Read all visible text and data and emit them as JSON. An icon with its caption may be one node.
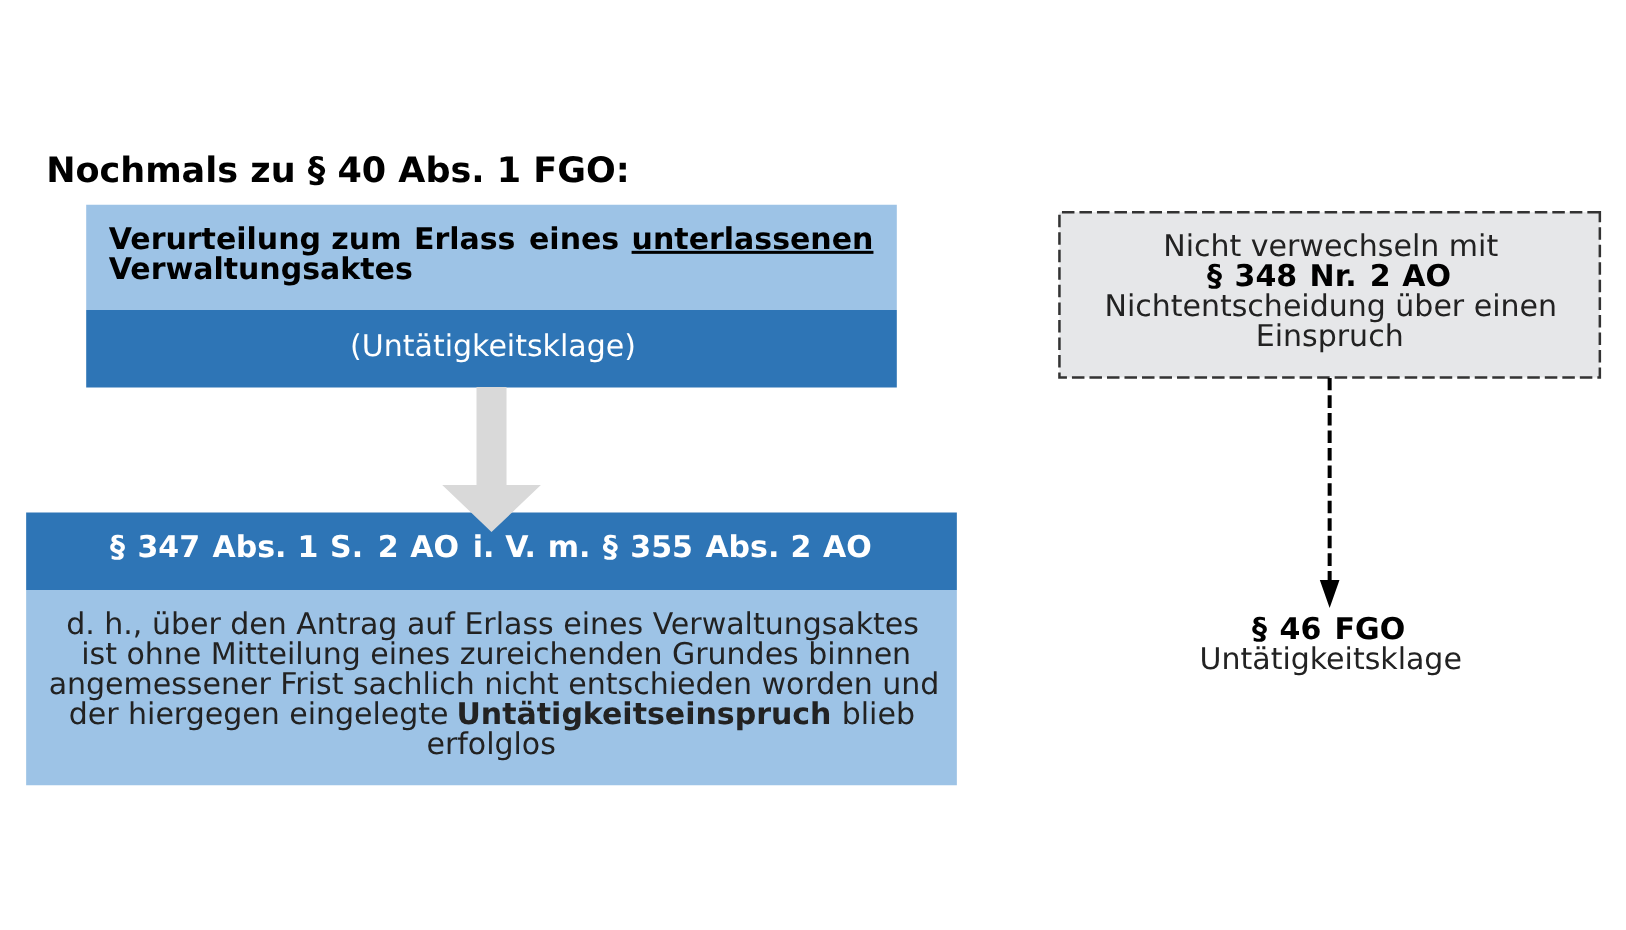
{
  "diagram": {
    "title": "Nochmals zu § 40 Abs. 1 FGO:",
    "nodes": [
      {
        "text": [
          "Verurteilung zum Erlass eines unterlassenen Verwaltungsaktes",
          "(Untätigkeitsklage)"
        ]
      },
      {
        "text": [
          "§ 347 Abs. 1 S. 2 AO i. V. m. § 355 Abs. 2 AO",
          "d. h., über den Antrag auf Erlass eines Verwaltungsaktes ist ohne Mitteilung eines zureichenden Grundes binnen angemessener Frist sachlich nicht entschieden worden und der hiergegen eingelegte **Untätigkeitseinspruch** blieb erfolglos"
        ]
      },
      {
        "text": [
          "Nicht verwechseln mit",
          "§ 348 Nr. 2 AO",
          "Nichtentscheidung über einen Einspruch"
        ]
      },
      {
        "text": [
          "§ 46 FGO",
          "Untätigkeitsklage"
        ]
      }
    ],
    "edges": [
      {
        "from": 0,
        "to": 1,
        "arrow": "to",
        "style": "thick",
        "color": "#d9d9d9"
      },
      {
        "from": 2,
        "to": 3,
        "arrow": "to",
        "style": "dashed",
        "color": "#000000"
      }
    ]
  }
}
